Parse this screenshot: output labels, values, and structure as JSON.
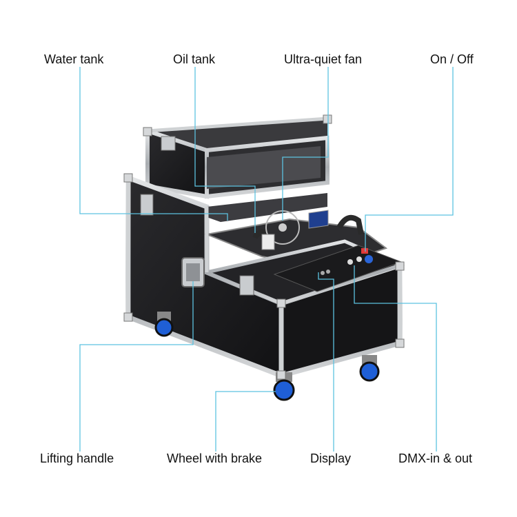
{
  "colors": {
    "leader_line": "#5cc2e0",
    "case_black": "#1b1b1d",
    "aluminum": "#b9bcbf",
    "wheel_blue": "#1f5fd6",
    "power_red": "#e03a3a",
    "display_blue": "#1f3f8f"
  },
  "callouts": {
    "water_tank": "Water tank",
    "oil_tank": "Oil tank",
    "fan": "Ultra-quiet fan",
    "on_off": "On / Off",
    "lifting_handle": "Lifting handle",
    "wheel_brake": "Wheel with brake",
    "display": "Display",
    "dmx": "DMX-in & out"
  }
}
